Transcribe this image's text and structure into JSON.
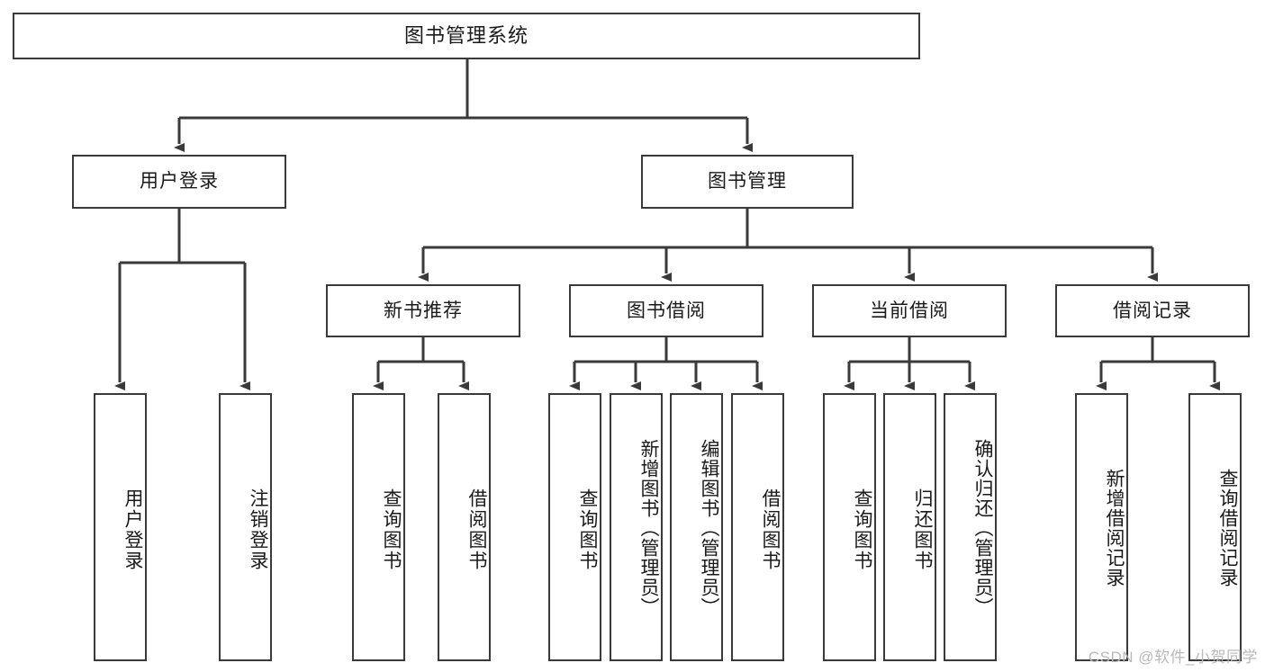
{
  "diagram": {
    "title": "图书管理系统",
    "type": "hierarchy-tree",
    "levels": 4,
    "root": {
      "label": "图书管理系统",
      "id": "root"
    },
    "level2": [
      {
        "id": "user-login",
        "label": "用户登录"
      },
      {
        "id": "book-management",
        "label": "图书管理"
      }
    ],
    "level3": [
      {
        "id": "new-book-recommend",
        "label": "新书推荐",
        "parent": "book-management"
      },
      {
        "id": "book-borrow",
        "label": "图书借阅",
        "parent": "book-management"
      },
      {
        "id": "current-borrow",
        "label": "当前借阅",
        "parent": "book-management"
      },
      {
        "id": "borrow-record",
        "label": "借阅记录",
        "parent": "book-management"
      }
    ],
    "leaves": {
      "user_login": [
        {
          "id": "leaf-user-login",
          "label": "用户登录"
        },
        {
          "id": "leaf-logout-login",
          "label": "注销登录"
        }
      ],
      "new_book_recommend": [
        {
          "id": "leaf-query-book-1",
          "label": "查询图书"
        },
        {
          "id": "leaf-borrow-book-1",
          "label": "借阅图书"
        }
      ],
      "book_borrow": [
        {
          "id": "leaf-query-book-2",
          "label": "查询图书"
        },
        {
          "id": "leaf-add-book",
          "label": "新增图书（管理员）"
        },
        {
          "id": "leaf-edit-book",
          "label": "编辑图书（管理员）"
        },
        {
          "id": "leaf-borrow-book-2",
          "label": "借阅图书"
        }
      ],
      "current_borrow": [
        {
          "id": "leaf-query-book-3",
          "label": "查询图书"
        },
        {
          "id": "leaf-return-book",
          "label": "归还图书"
        },
        {
          "id": "leaf-confirm-return",
          "label": "确认归还（管理员）"
        }
      ],
      "borrow_record": [
        {
          "id": "leaf-add-record",
          "label": "新增借阅记录"
        },
        {
          "id": "leaf-query-record",
          "label": "查询借阅记录"
        }
      ]
    },
    "colors": {
      "stroke": "#3a3a3a",
      "background": "#ffffff",
      "text": "#1a1a1a",
      "watermark": "#b9b9b9"
    }
  },
  "watermark": {
    "text": "CSDN @软件_小贺同学"
  }
}
